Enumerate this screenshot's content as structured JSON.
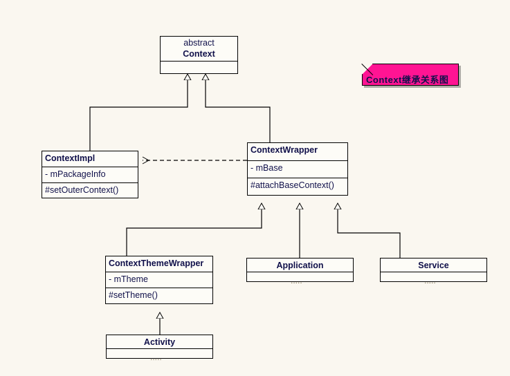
{
  "diagram": {
    "title_note": {
      "text": "Context继承关系图",
      "background_color": "#ff1493",
      "text_color": "#10104a"
    },
    "background_color": "#faf7f0",
    "line_color": "#000000",
    "classes": [
      {
        "id": "context",
        "stereotype": "abstract",
        "name": "Context",
        "attributes": [],
        "operations": [],
        "empty_compartment": true,
        "ellipsis": false
      },
      {
        "id": "context-impl",
        "stereotype": "",
        "name": "ContextImpl",
        "attributes": [
          "- mPackageInfo"
        ],
        "operations": [
          "#setOuterContext()"
        ],
        "empty_compartment": false,
        "ellipsis": false
      },
      {
        "id": "context-wrapper",
        "stereotype": "",
        "name": "ContextWrapper",
        "attributes": [
          "- mBase"
        ],
        "operations": [
          "#attachBaseContext()"
        ],
        "empty_compartment": false,
        "ellipsis": false
      },
      {
        "id": "context-theme-wrapper",
        "stereotype": "",
        "name": "ContextThemeWrapper",
        "attributes": [
          "- mTheme"
        ],
        "operations": [
          "#setTheme()"
        ],
        "empty_compartment": false,
        "ellipsis": false
      },
      {
        "id": "application",
        "stereotype": "",
        "name": "Application",
        "attributes": [],
        "operations": [],
        "empty_compartment": true,
        "ellipsis": true,
        "ellipsis_text": "....."
      },
      {
        "id": "service",
        "stereotype": "",
        "name": "Service",
        "attributes": [],
        "operations": [],
        "empty_compartment": true,
        "ellipsis": true,
        "ellipsis_text": "....."
      },
      {
        "id": "activity",
        "stereotype": "",
        "name": "Activity",
        "attributes": [],
        "operations": [],
        "empty_compartment": true,
        "ellipsis": true,
        "ellipsis_text": "....."
      }
    ],
    "relations": [
      {
        "from": "context-impl",
        "to": "context",
        "type": "generalization"
      },
      {
        "from": "context-wrapper",
        "to": "context",
        "type": "generalization"
      },
      {
        "from": "context-wrapper",
        "to": "context-impl",
        "type": "dependency"
      },
      {
        "from": "context-theme-wrapper",
        "to": "context-wrapper",
        "type": "generalization"
      },
      {
        "from": "application",
        "to": "context-wrapper",
        "type": "generalization"
      },
      {
        "from": "service",
        "to": "context-wrapper",
        "type": "generalization"
      },
      {
        "from": "activity",
        "to": "context-theme-wrapper",
        "type": "generalization"
      }
    ]
  }
}
